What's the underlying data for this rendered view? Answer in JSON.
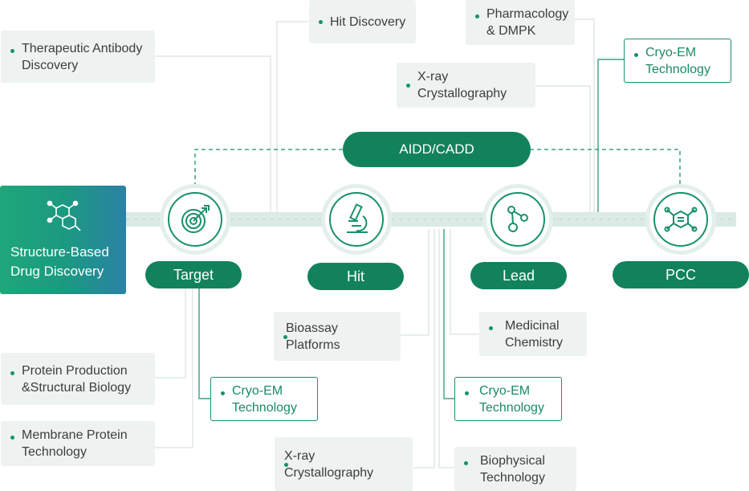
{
  "start": {
    "label": "Structure-Based\nDrug Discovery",
    "icon": "molecule-icon"
  },
  "aidd": {
    "label": "AIDD/CADD"
  },
  "stages": [
    {
      "label": "Target",
      "icon": "target-icon"
    },
    {
      "label": "Hit",
      "icon": "microscope-icon"
    },
    {
      "label": "Lead",
      "icon": "molecule-nodes-icon"
    },
    {
      "label": "PCC",
      "icon": "compound-icon"
    }
  ],
  "top_boxes": {
    "antibody": "Therapeutic Antibody\nDiscovery",
    "hit_discovery": "Hit Discovery",
    "pharmacology": "Pharmacology\n& DMPK",
    "xray_top": "X-ray Crystallography",
    "cryo_em_top": "Cryo-EM\nTechnology"
  },
  "bottom_boxes": {
    "protein": "Protein Production\n&Structural Biology",
    "membrane": "Membrane Protein\nTechnology",
    "cryo_em_target": "Cryo-EM\nTechnology",
    "bioassay": "Bioassay Platforms",
    "xray_bottom": "X-ray Crystallography",
    "medicinal": "Medicinal\nChemistry",
    "cryo_em_lead": "Cryo-EM\nTechnology",
    "biophysical": "Biophysical\nTechnology"
  },
  "colors": {
    "primary": "#11825c",
    "accent": "#17916a",
    "box_bg": "#eef3f1",
    "track": "#dbeae5"
  }
}
